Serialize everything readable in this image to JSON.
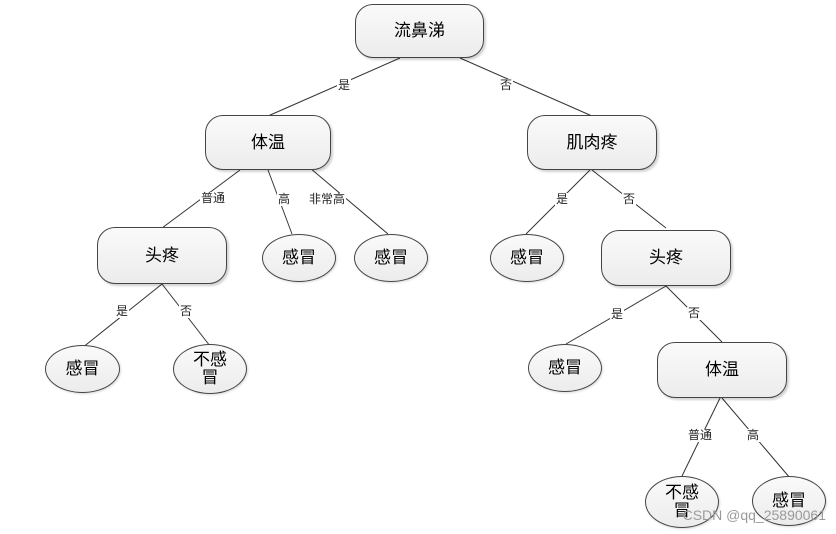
{
  "nodes": {
    "root": "流鼻涕",
    "temp1": "体温",
    "muscle": "肌肉疼",
    "head1": "头疼",
    "cold_high": "感冒",
    "cold_veryhigh": "感冒",
    "cold_muscle_yes": "感冒",
    "head2": "头疼",
    "cold_head1_yes": "感冒",
    "nocold_head1_no": "不感冒",
    "cold_head2_yes": "感冒",
    "temp2": "体温",
    "nocold_temp2_normal": "不感冒",
    "cold_temp2_high": "感冒"
  },
  "edges": {
    "root_yes": "是",
    "root_no": "否",
    "temp1_normal": "普通",
    "temp1_high": "高",
    "temp1_veryhigh": "非常高",
    "muscle_yes": "是",
    "muscle_no": "否",
    "head1_yes": "是",
    "head1_no": "否",
    "head2_yes": "是",
    "head2_no": "否",
    "temp2_normal": "普通",
    "temp2_high": "高"
  },
  "watermark": "CSDN @qq_25890061"
}
